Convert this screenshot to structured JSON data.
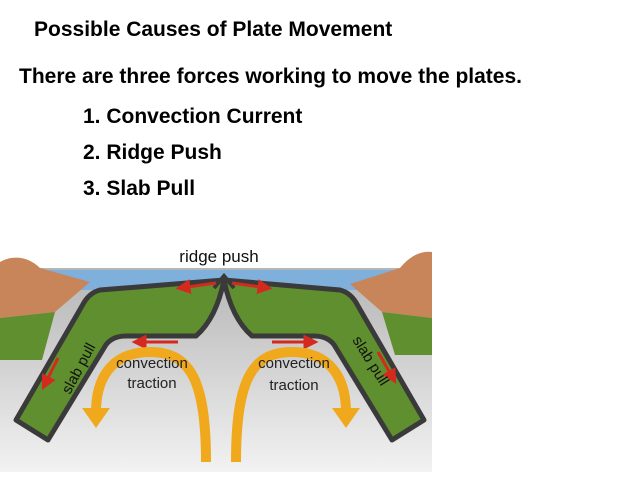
{
  "slide": {
    "title": "Possible Causes of Plate Movement",
    "intro": "There are three forces working to move the plates.",
    "forces": [
      "1. Convection Current",
      "2. Ridge Push",
      "3. Slab Pull"
    ]
  },
  "diagram": {
    "labels": {
      "ridge_push": "ridge push",
      "slab_pull_left": "slab pull",
      "slab_pull_right": "slab pull",
      "convection_left_1": "convection",
      "convection_left_2": "traction",
      "convection_right_1": "convection",
      "convection_right_2": "traction"
    },
    "colors": {
      "plate_green": "#5f8f2f",
      "plate_outline": "#3a3a3a",
      "ocean": "#7fb0dc",
      "land": "#c9855a",
      "mantle_top": "#b5b5b5",
      "mantle_bottom": "#f2f2f2",
      "arrow_red": "#d42a1e",
      "convection_orange": "#f0a91c"
    }
  }
}
